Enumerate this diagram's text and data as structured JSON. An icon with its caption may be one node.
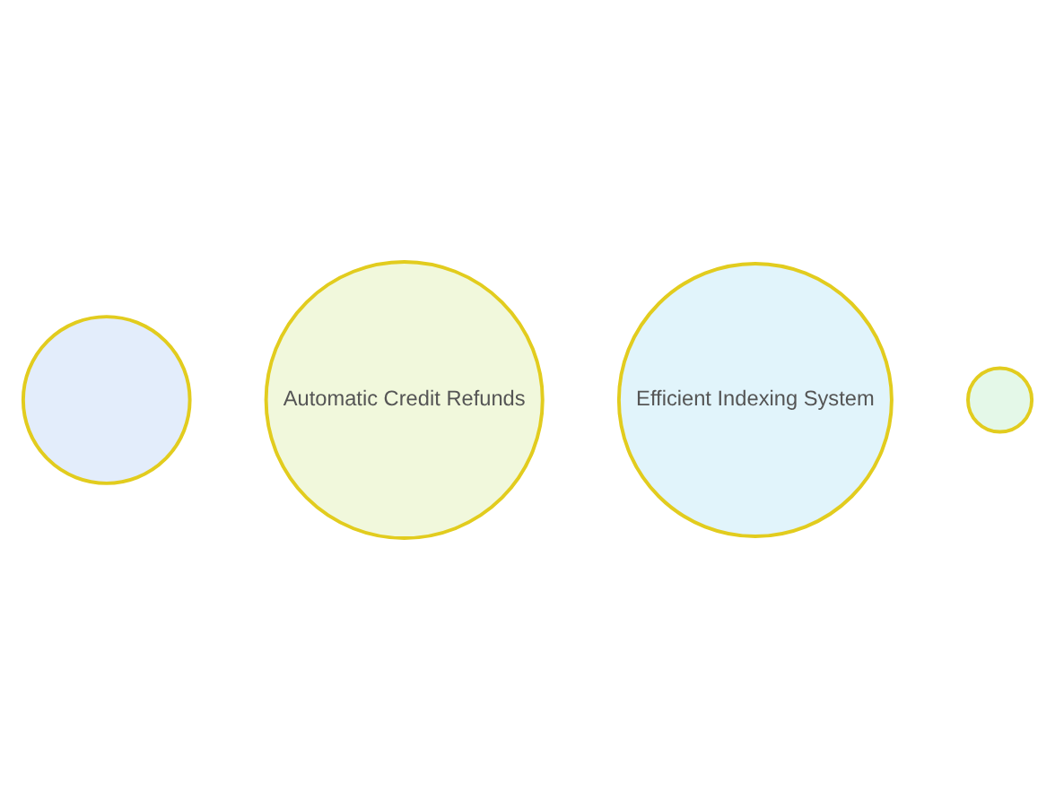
{
  "diagram": {
    "nodes": [
      {
        "text": [],
        "shape": "circle"
      },
      {
        "text": [
          "Automatic Credit Refunds"
        ]
      },
      {
        "text": [
          "Efficient Indexing System"
        ]
      },
      {
        "text": [],
        "shape": "circle"
      }
    ]
  }
}
